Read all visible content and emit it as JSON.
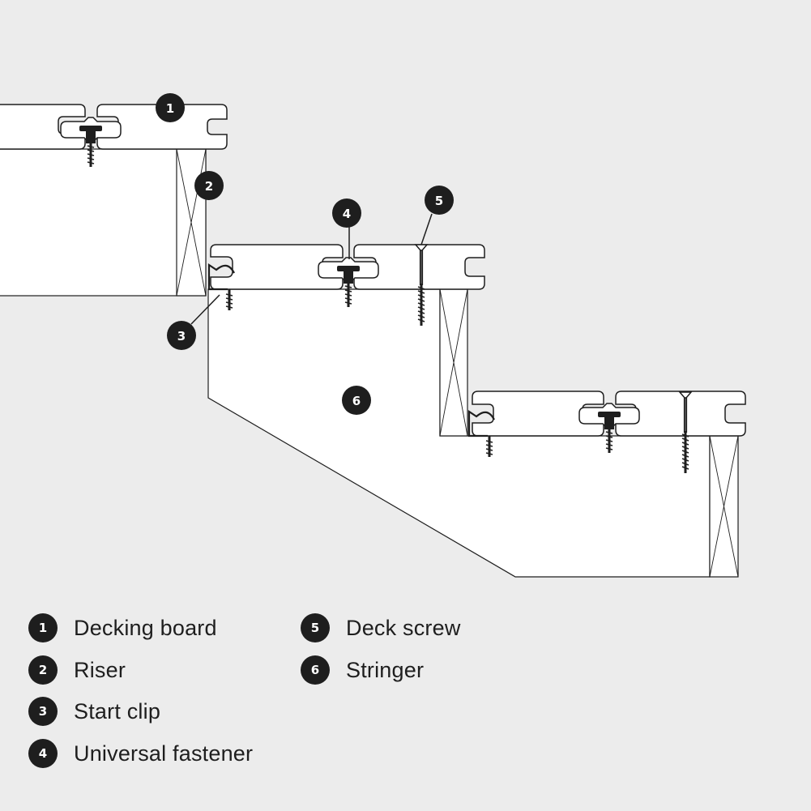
{
  "legend": {
    "items": [
      {
        "num": "1",
        "label": "Decking board"
      },
      {
        "num": "2",
        "label": "Riser"
      },
      {
        "num": "3",
        "label": "Start clip"
      },
      {
        "num": "4",
        "label": "Universal fastener"
      },
      {
        "num": "5",
        "label": "Deck screw"
      },
      {
        "num": "6",
        "label": "Stringer"
      }
    ]
  },
  "callouts": [
    "1",
    "2",
    "3",
    "4",
    "5",
    "6"
  ],
  "colors": {
    "background": "#ececec",
    "fill": "#ffffff",
    "stroke": "#1e1e1e",
    "badge": "#1e1e1e",
    "badge_text": "#ffffff"
  }
}
